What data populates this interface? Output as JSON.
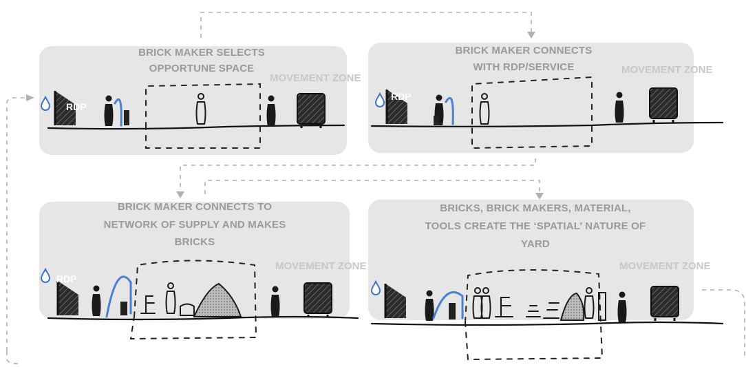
{
  "panels": [
    {
      "title_line1": "BRICK MAKER SELECTS",
      "title_line2": "OPPORTUNE SPACE",
      "title_line3": "",
      "zone_label": "MOVEMENT ZONE",
      "rdp_label": "RDP"
    },
    {
      "title_line1": "BRICK MAKER CONNECTS",
      "title_line2": "WITH RDP/SERVICE",
      "title_line3": "",
      "zone_label": "MOVEMENT ZONE",
      "rdp_label": "RDP"
    },
    {
      "title_line1": "BRICK MAKER CONNECTS TO",
      "title_line2": "NETWORK OF SUPPLY AND MAKES",
      "title_line3": "BRICKS",
      "zone_label": "MOVEMENT ZONE",
      "rdp_label": "RDP"
    },
    {
      "title_line1": "BRICKS, BRICK MAKERS, MATERIAL,",
      "title_line2": "TOOLS CREATE THE ‘SPATIAL’ NATURE OF",
      "title_line3": "YARD",
      "zone_label": "MOVEMENT ZONE",
      "rdp_label": ""
    }
  ],
  "colors": {
    "panel_background": "#e6e6e6",
    "water_drop": "#4a7fd6",
    "flow_arrows": "#b0b0b0"
  }
}
